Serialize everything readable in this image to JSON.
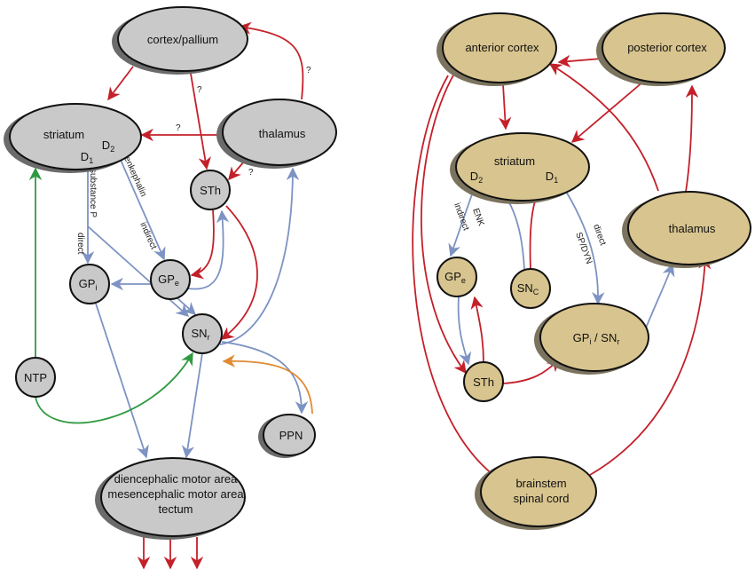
{
  "colors": {
    "inhibitory_red": "#c4202a",
    "blue": "#7d93c3",
    "green": "#2f9a40",
    "orange": "#e08a32",
    "gray_node": "#c9c9c9",
    "tan_node": "#d8c48e"
  },
  "left": {
    "cortex": "cortex/pallium",
    "striatum": "striatum",
    "d1": "D",
    "d1_sub": "1",
    "d2": "D",
    "d2_sub": "2",
    "thalamus": "thalamus",
    "sth": "STh",
    "gpe": "GP",
    "gpe_sub": "e",
    "gpi": "GP",
    "gpi_sub": "i",
    "snr": "SN",
    "snr_sub": "r",
    "ntp": "NTP",
    "ppn": "PPN",
    "motor_1": "diencephalic motor area",
    "motor_2": "mesencephalic motor area",
    "motor_3": "tectum",
    "q": "?",
    "substance_p": "substance P",
    "direct": "direct",
    "enkephalin": "enkephalin",
    "indirect": "indirect"
  },
  "right": {
    "anterior_cortex": "anterior cortex",
    "posterior_cortex": "posterior cortex",
    "striatum": "striatum",
    "d2": "D",
    "d2_sub": "2",
    "d1": "D",
    "d1_sub": "1",
    "thalamus": "thalamus",
    "gpe": "GP",
    "gpe_sub": "e",
    "snc": "SN",
    "snc_sub": "C",
    "sth": "STh",
    "gpi_snr_a": "GP",
    "gpi_sub": "i",
    "gpi_snr_b": " / SN",
    "snr_sub": "r",
    "brainstem_1": "brainstem",
    "brainstem_2": "spinal cord",
    "indirect": "indirect",
    "enk": "ENK",
    "direct": "direct",
    "spdyn": "SP/DYN"
  }
}
